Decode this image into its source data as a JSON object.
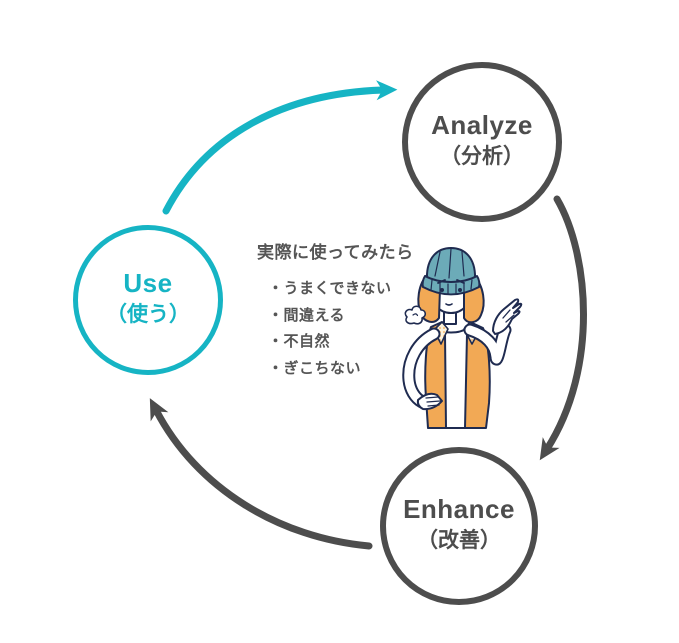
{
  "page": {
    "type": "cycle-diagram",
    "background": "#ffffff"
  },
  "colors": {
    "teal_accent": "#16b4c4",
    "dark_gray": "#4d4d4d",
    "note_text_gray": "#555555",
    "illustration_outline_navy": "#1f2b50",
    "vest_hair_orange": "#f2a955",
    "beanie_teal": "#6cabb8",
    "collar_cream": "#fdf3dc"
  },
  "cycle": {
    "nodes": [
      {
        "id": "use",
        "label_en": "Use",
        "label_ja": "（使う）",
        "accent": "#16b4c4"
      },
      {
        "id": "analyze",
        "label_en": "Analyze",
        "label_ja": "（分析）",
        "accent": "#4d4d4d"
      },
      {
        "id": "enhance",
        "label_en": "Enhance",
        "label_ja": "（改善）",
        "accent": "#4d4d4d"
      }
    ],
    "arrows": [
      {
        "from": "use",
        "to": "analyze",
        "color": "#16b4c4"
      },
      {
        "from": "analyze",
        "to": "enhance",
        "color": "#4d4d4d"
      },
      {
        "from": "enhance",
        "to": "use",
        "color": "#4d4d4d"
      }
    ]
  },
  "center_note": {
    "heading": "実際に使ってみたら",
    "items": [
      "・うまくできない",
      "・間違える",
      "・不自然",
      "・ぎこちない"
    ]
  },
  "illustration": {
    "name": "worried-woman-beanie-vest-shrug",
    "description": "Woman in knit beanie and orange vest sighing with raised palm"
  }
}
